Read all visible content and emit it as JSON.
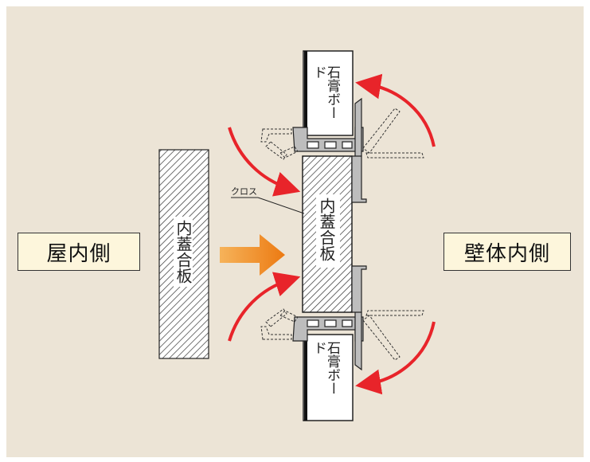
{
  "labels": {
    "room_side": "屋内側",
    "wall_side": "壁体内側",
    "cover_panel_outside": "内蓋合板",
    "cover_panel_inside": "内蓋合板",
    "gypsum_top": "石膏ボード",
    "gypsum_bottom": "石膏ボード",
    "cloth": "クロス"
  },
  "colors": {
    "background": "#ece4d6",
    "arrow_red": "#e8242a",
    "arrow_orange": "#f08a1e",
    "label_fill": "#fdf6dc",
    "line": "#222222"
  },
  "icons": {
    "insert_arrow": "orange-right-arrow-icon",
    "rotation_arrows": "red-curved-arrow-icon"
  }
}
